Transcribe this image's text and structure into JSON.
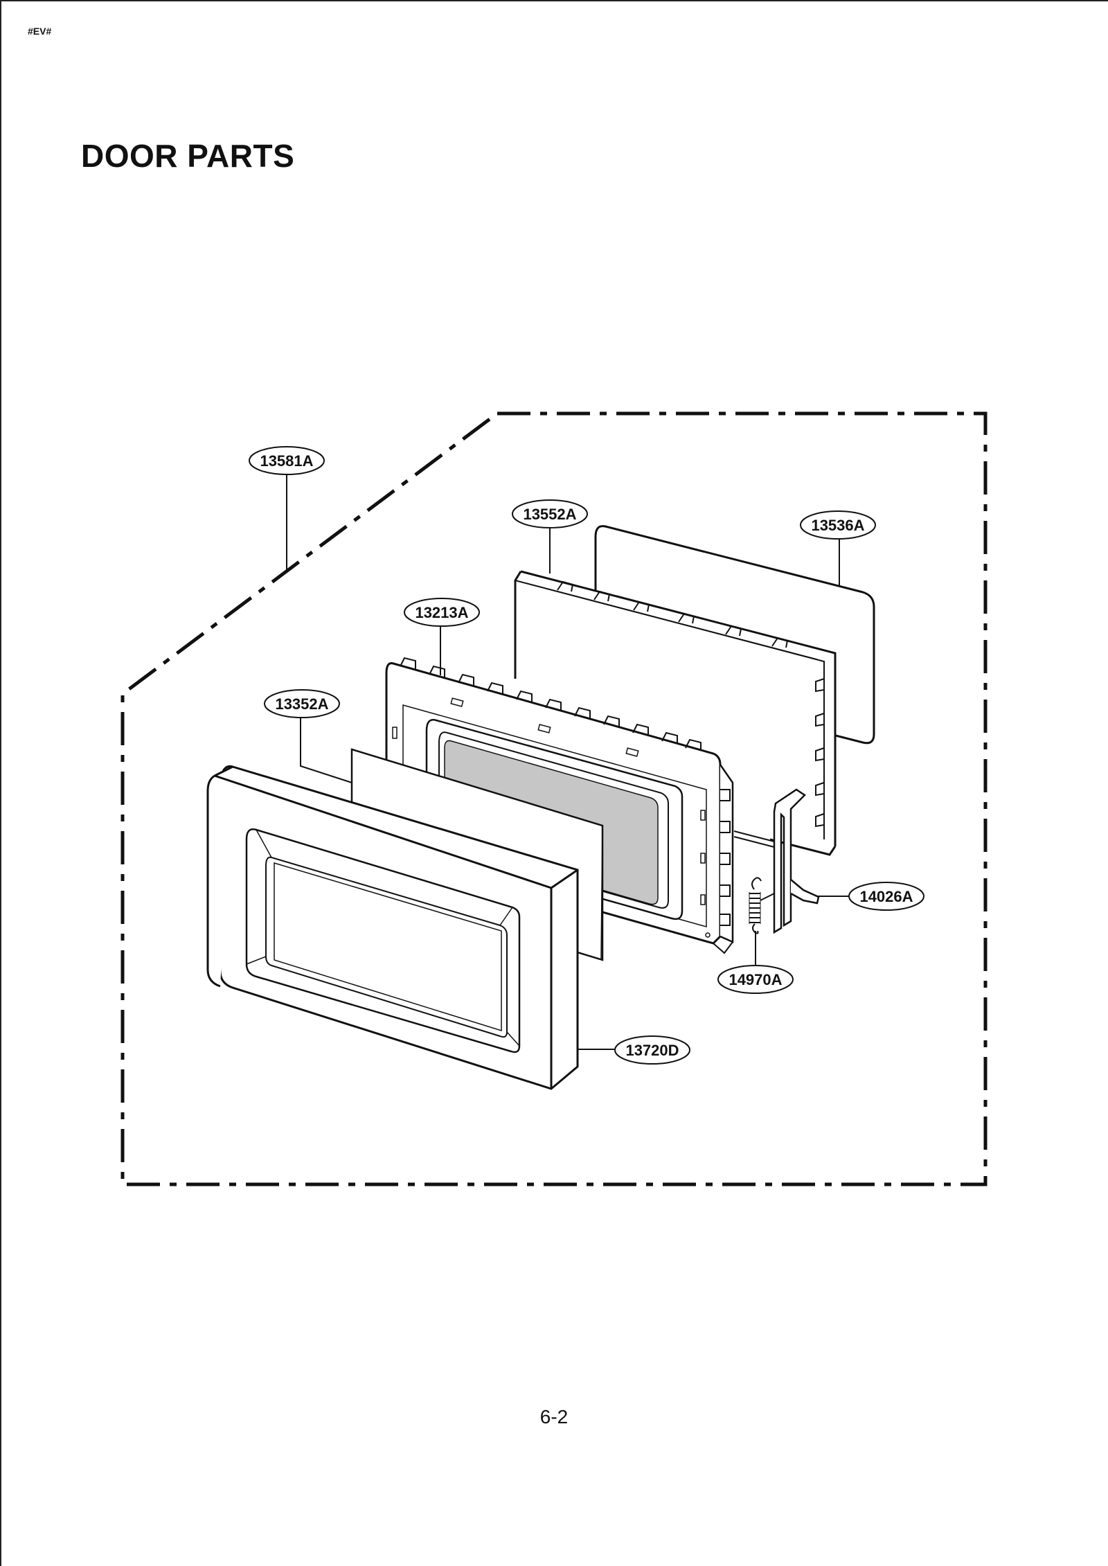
{
  "header": {
    "code": "#EV#"
  },
  "title": "DOOR PARTS",
  "page_number": "6-2",
  "callouts": {
    "assembly": "13581A",
    "choke_cover": "13552A",
    "rear_sheet": "13536A",
    "door_frame": "13213A",
    "front_sheet": "13352A",
    "latch_lever": "14026A",
    "spring": "14970A",
    "front_door_panel": "13720D"
  }
}
